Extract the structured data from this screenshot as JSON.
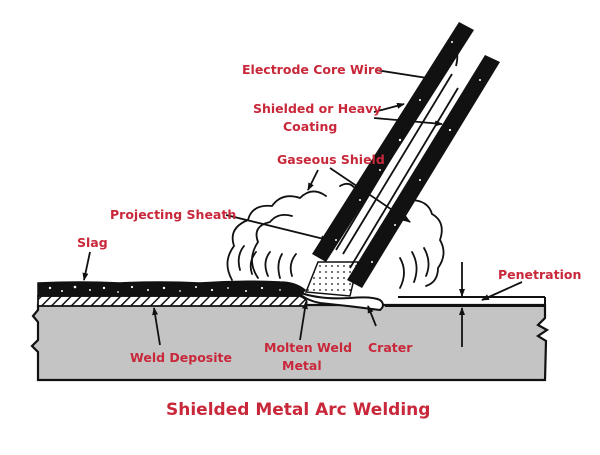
{
  "title": "Shielded Metal Arc Welding",
  "label_color": "#c8283a",
  "labels": {
    "electrode_core_wire": "Electrode Core Wire",
    "coating_line1": "Shielded or Heavy",
    "coating_line2": "Coating",
    "gaseous_shield": "Gaseous Shield",
    "projecting_sheath": "Projecting Sheath",
    "slag": "Slag",
    "penetration": "Penetration",
    "weld_deposite": "Weld Deposite",
    "molten_weld_line1": "Molten Weld",
    "molten_weld_line2": "Metal",
    "crater": "Crater"
  },
  "colors": {
    "plate": "#c4c4c4",
    "ink": "#111111",
    "background": "#ffffff"
  }
}
